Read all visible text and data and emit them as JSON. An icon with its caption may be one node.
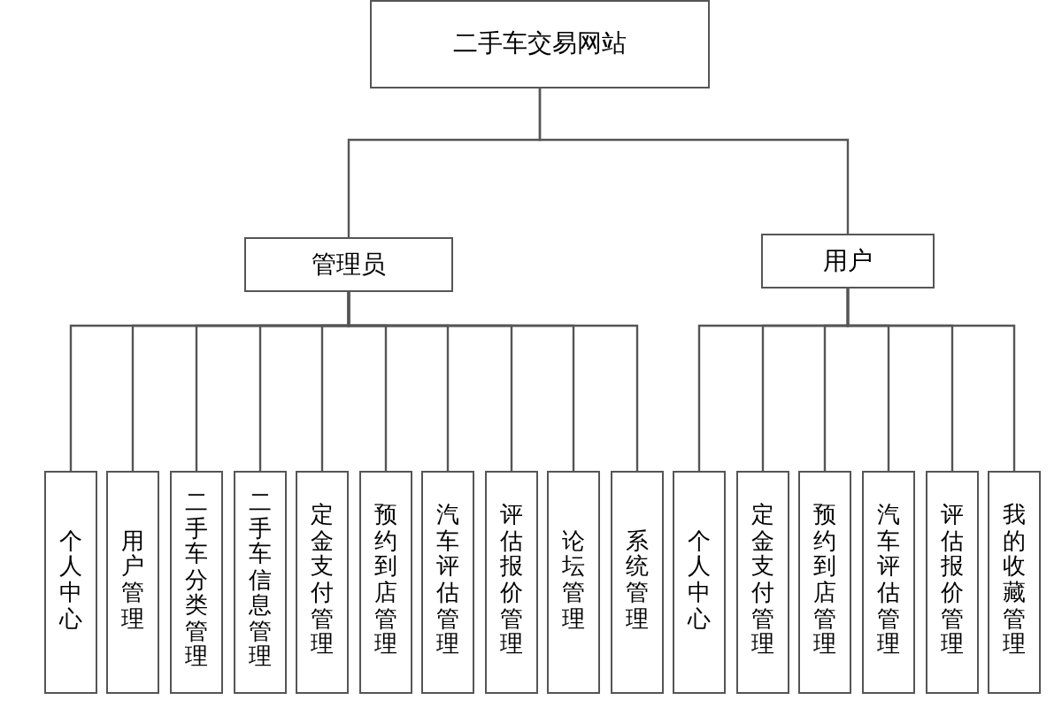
{
  "diagram": {
    "nodes": [
      {
        "text": [
          "二手车交易网站"
        ]
      },
      {
        "text": [
          "管理员"
        ]
      },
      {
        "text": [
          "个人中心"
        ]
      },
      {
        "text": [
          "用户管理"
        ]
      },
      {
        "text": [
          "二手车分类管理"
        ]
      },
      {
        "text": [
          "二手车信息管理"
        ]
      },
      {
        "text": [
          "定金支付管理"
        ]
      },
      {
        "text": [
          "预约到店管理"
        ]
      },
      {
        "text": [
          "汽车评估管理"
        ]
      },
      {
        "text": [
          "评估报价管理"
        ]
      },
      {
        "text": [
          "论坛管理"
        ]
      },
      {
        "text": [
          "系统管理"
        ]
      },
      {
        "text": [
          "用户"
        ]
      },
      {
        "text": [
          "个人中心"
        ]
      },
      {
        "text": [
          "定金支付管理"
        ]
      },
      {
        "text": [
          "预约到店管理"
        ]
      },
      {
        "text": [
          "汽车评估管理"
        ]
      },
      {
        "text": [
          "评估报价管理"
        ]
      },
      {
        "text": [
          "我的收藏管理"
        ]
      }
    ],
    "edges": [
      {
        "from": 0,
        "to": 1,
        "arrow": "none"
      },
      {
        "from": 0,
        "to": 12,
        "arrow": "none"
      },
      {
        "from": 1,
        "to": 2,
        "arrow": "none"
      },
      {
        "from": 1,
        "to": 3,
        "arrow": "none"
      },
      {
        "from": 1,
        "to": 4,
        "arrow": "none"
      },
      {
        "from": 1,
        "to": 5,
        "arrow": "none"
      },
      {
        "from": 1,
        "to": 6,
        "arrow": "none"
      },
      {
        "from": 1,
        "to": 7,
        "arrow": "none"
      },
      {
        "from": 1,
        "to": 8,
        "arrow": "none"
      },
      {
        "from": 1,
        "to": 9,
        "arrow": "none"
      },
      {
        "from": 1,
        "to": 10,
        "arrow": "none"
      },
      {
        "from": 1,
        "to": 11,
        "arrow": "none"
      },
      {
        "from": 12,
        "to": 13,
        "arrow": "none"
      },
      {
        "from": 12,
        "to": 14,
        "arrow": "none"
      },
      {
        "from": 12,
        "to": 15,
        "arrow": "none"
      },
      {
        "from": 12,
        "to": 16,
        "arrow": "none"
      },
      {
        "from": 12,
        "to": 17,
        "arrow": "none"
      },
      {
        "from": 12,
        "to": 18,
        "arrow": "none"
      }
    ]
  }
}
